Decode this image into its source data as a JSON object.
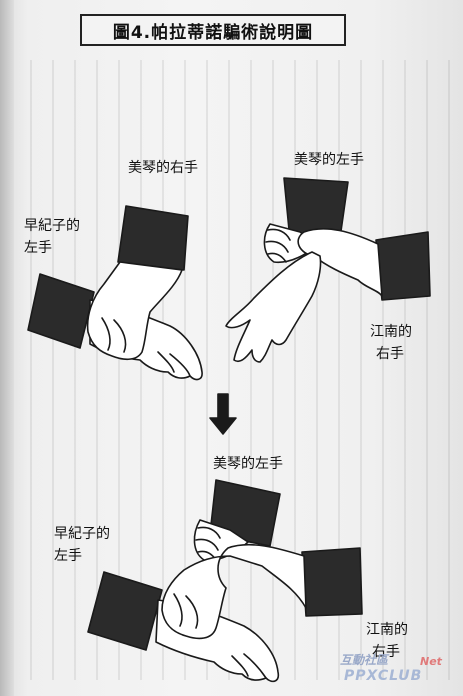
{
  "title": "圖4.帕拉蒂諾騙術說明圖",
  "labels": {
    "top_meiqin_right": "美琴的右手",
    "top_meiqin_left": "美琴的左手",
    "top_saki_left_1": "早紀子的",
    "top_saki_left_2": "左手",
    "top_jiangnan_right_1": "江南的",
    "top_jiangnan_right_2": "右手",
    "bottom_meiqin_left": "美琴的左手",
    "bottom_saki_left_1": "早紀子的",
    "bottom_saki_left_2": "左手",
    "bottom_jiangnan_right_1": "江南的",
    "bottom_jiangnan_right_2": "右手"
  },
  "watermark": {
    "line1": "互動社區",
    "line2": "PPXCLUB",
    "tag": "Net"
  },
  "colors": {
    "sleeve": "#2b2b2b",
    "ink": "#1a1a1a",
    "skin": "#ffffff",
    "paper": "#f1f1f1"
  }
}
